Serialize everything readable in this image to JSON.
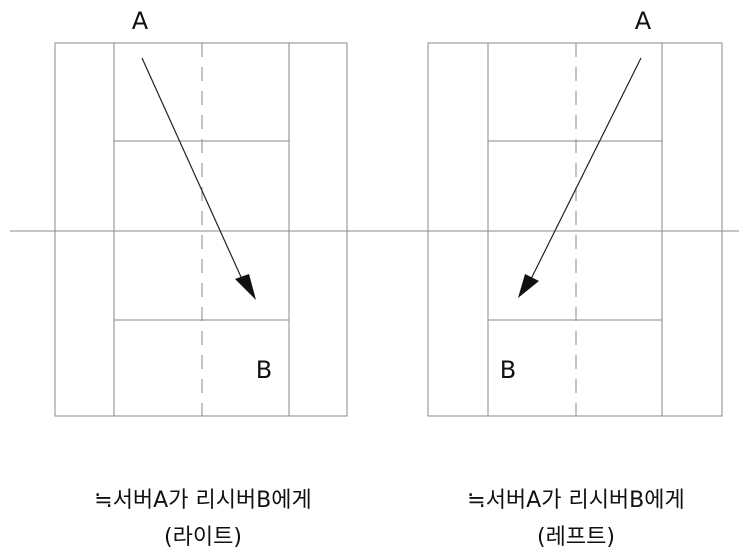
{
  "panels": [
    {
      "label_a": "A",
      "label_b": "B",
      "caption_line1": "≒서버A가 리시버B에게",
      "caption_line2": "(라이트)"
    },
    {
      "label_a": "A",
      "label_b": "B",
      "caption_line1": "≒서버A가 리시버B에게",
      "caption_line2": "(레프트)"
    }
  ]
}
